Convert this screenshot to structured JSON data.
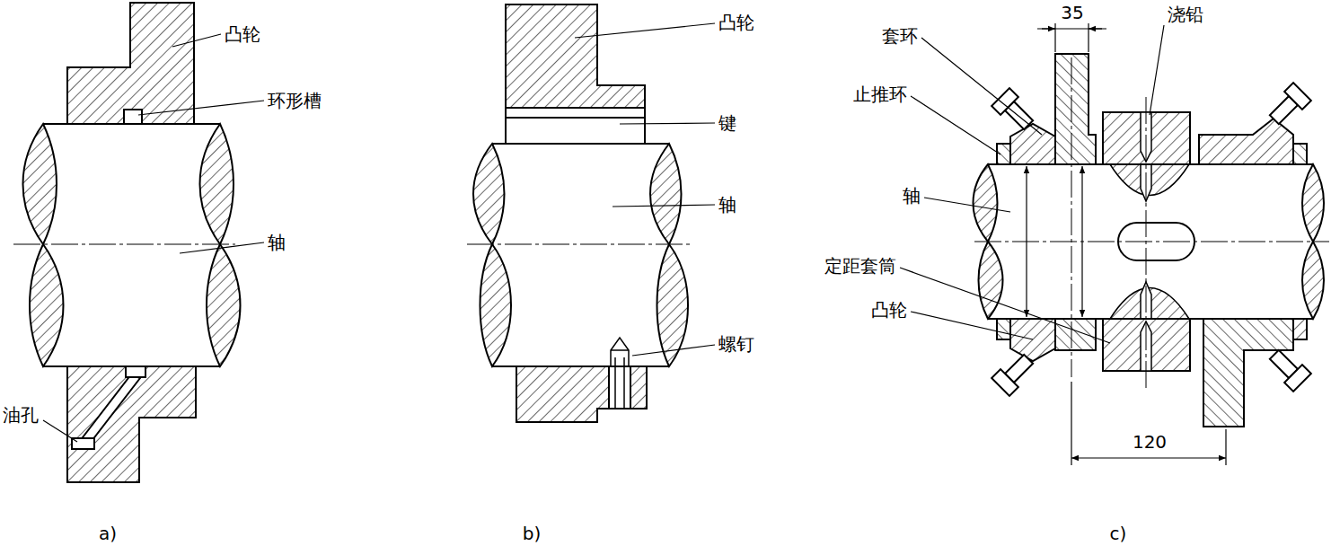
{
  "diagram": {
    "labels": [
      "凸轮",
      "环形槽",
      "轴",
      "油孔",
      "凸轮",
      "键",
      "轴",
      "螺钉",
      "35",
      "套环",
      "浇铅",
      "止推环",
      "轴",
      "定距套筒",
      "凸轮",
      "120",
      "a)",
      "b)",
      "c)"
    ]
  }
}
